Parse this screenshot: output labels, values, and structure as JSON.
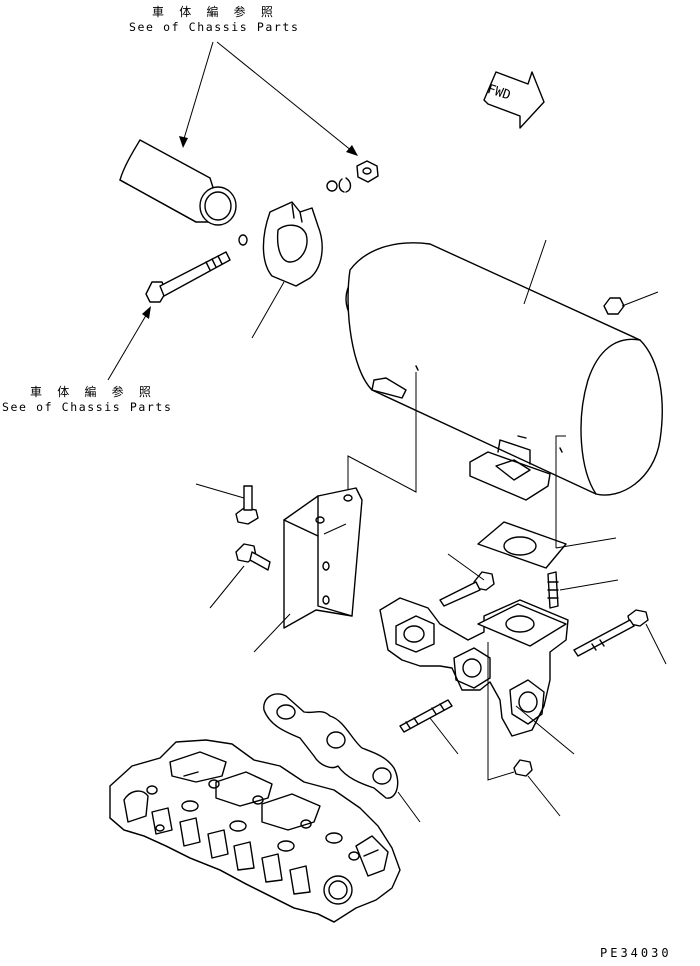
{
  "callouts": {
    "top": {
      "jp": "車 体 編 参 照",
      "en": "See of Chassis Parts"
    },
    "left": {
      "jp": "車 体 編 参 照",
      "en": "See of Chassis Parts"
    }
  },
  "fwd_label": "FWD",
  "drawing_code": "PE34030",
  "icons": [
    "fwd-arrow-icon"
  ]
}
